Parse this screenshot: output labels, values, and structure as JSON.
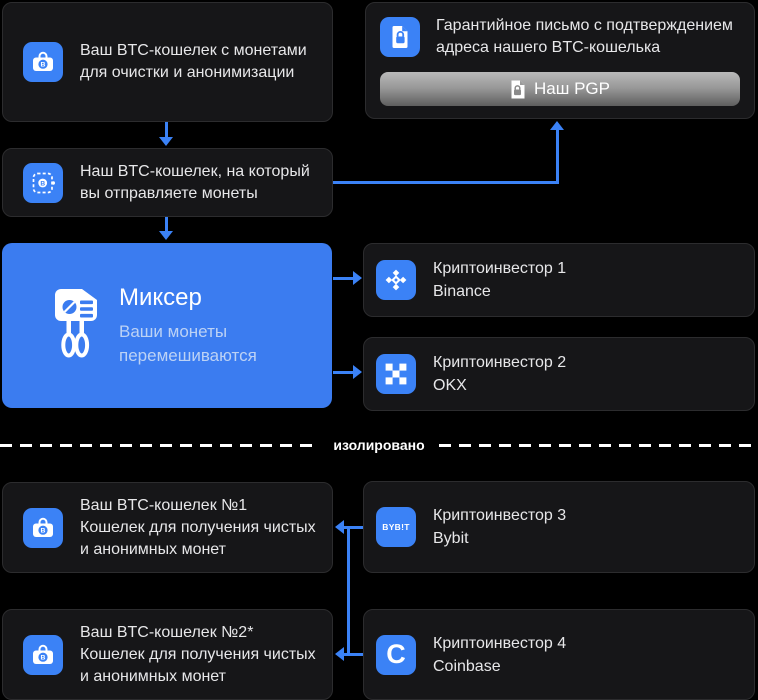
{
  "diagram": {
    "source": {
      "text": "Ваш BTC-кошелек с монетами\nдля очистки и анонимизации"
    },
    "guarantee": {
      "text": "Гарантийное письмо с подтверждением\nадреса нашего BTC-кошелька",
      "button_label": "Наш PGP"
    },
    "our_wallet": {
      "text": "Наш BTC-кошелек, на который\nвы отправляете монеты"
    },
    "mixer": {
      "title": "Миксер",
      "subtitle": "Ваши монеты\nперемешиваются"
    },
    "investor1": {
      "title": "Криптоинвестор 1",
      "name": "Binance"
    },
    "investor2": {
      "title": "Криптоинвестор 2",
      "name": "OKX"
    },
    "divider_label": "изолировано",
    "wallet1": {
      "text": "Ваш BTC-кошелек №1\nКошелек для получения чистых\nи анонимных монет"
    },
    "wallet2": {
      "text": "Ваш BTC-кошелек №2*\nКошелек для получения чистых\nи анонимных монет"
    },
    "investor3": {
      "title": "Криптоинвестор 3",
      "name": "Bybit"
    },
    "investor4": {
      "title": "Криптоинвестор 4",
      "name": "Coinbase"
    },
    "logos": {
      "bybit": "BYB!T",
      "coinbase": "C"
    }
  },
  "colors": {
    "accent": "#3B82F6",
    "mixer_bg": "#3B7CF0",
    "card_bg": "#161618",
    "card_border": "#2C2C2E",
    "text": "#E7E7E9",
    "mixer_subtitle": "#BCD2F5"
  }
}
